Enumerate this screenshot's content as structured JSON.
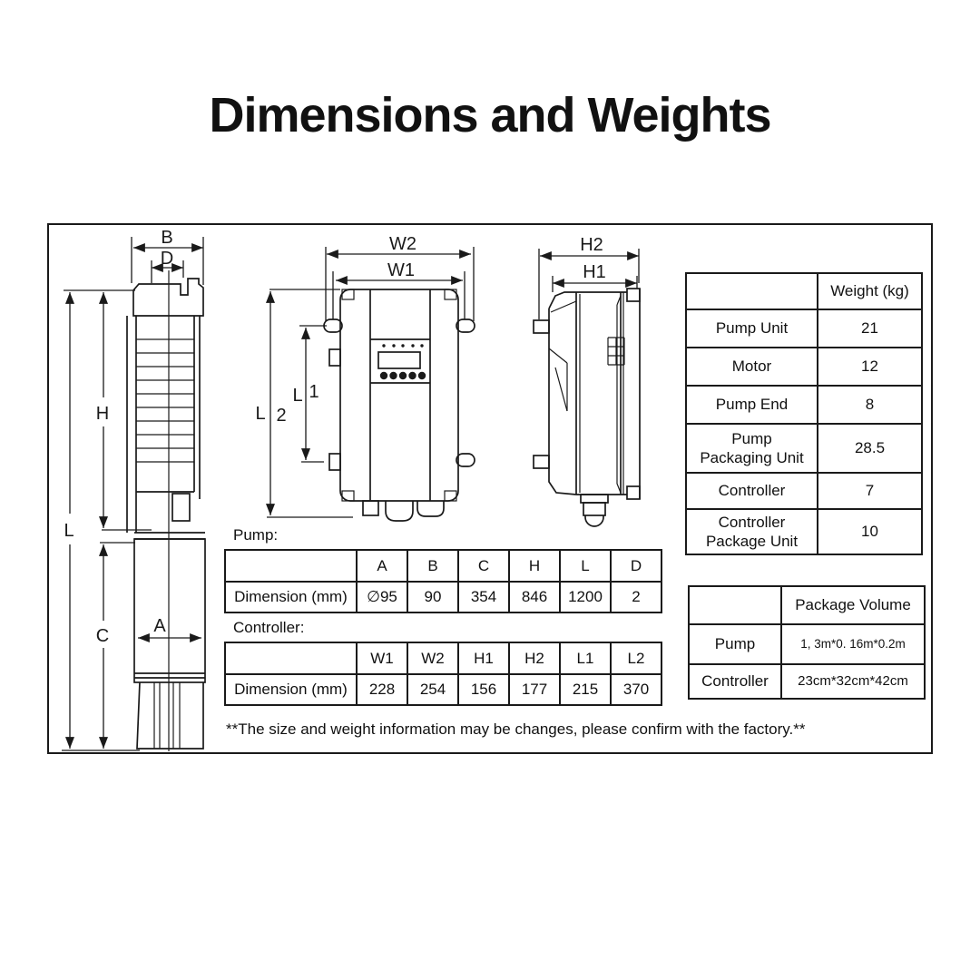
{
  "title": "Dimensions and Weights",
  "diagram": {
    "pump_labels": {
      "b": "B",
      "d": "D",
      "h": "H",
      "l": "L",
      "c": "C",
      "a": "A"
    },
    "controller_front_labels": {
      "w2": "W2",
      "w1": "W1",
      "l2_letter": "L",
      "l2_digit": "2",
      "l1_letter": "L",
      "l1_digit": "1"
    },
    "controller_side_labels": {
      "h2": "H2",
      "h1": "H1"
    }
  },
  "weight_table": {
    "col_header": "Weight (kg)",
    "rows": [
      {
        "label": "Pump Unit",
        "value": "21"
      },
      {
        "label": "Motor",
        "value": "12"
      },
      {
        "label": "Pump End",
        "value": "8"
      },
      {
        "label": "Pump\nPackaging Unit",
        "value": "28.5"
      },
      {
        "label": "Controller",
        "value": "7"
      },
      {
        "label": "Controller\nPackage Unit",
        "value": "10"
      }
    ]
  },
  "pump_table": {
    "section_label": "Pump:",
    "row_label": "Dimension (mm)",
    "columns": [
      "A",
      "B",
      "C",
      "H",
      "L",
      "D"
    ],
    "values": [
      "∅95",
      "90",
      "354",
      "846",
      "1200",
      "2"
    ]
  },
  "controller_table": {
    "section_label": "Controller:",
    "row_label": "Dimension (mm)",
    "columns": [
      "W1",
      "W2",
      "H1",
      "H2",
      "L1",
      "L2"
    ],
    "values": [
      "228",
      "254",
      "156",
      "177",
      "215",
      "370"
    ]
  },
  "package_table": {
    "col_header": "Package Volume",
    "rows": [
      {
        "label": "Pump",
        "value": "1, 3m*0.    16m*0.2m"
      },
      {
        "label": "Controller",
        "value": "23cm*32cm*42cm"
      }
    ]
  },
  "footnote": "**The size and weight information may be changes, please confirm with the factory.**"
}
